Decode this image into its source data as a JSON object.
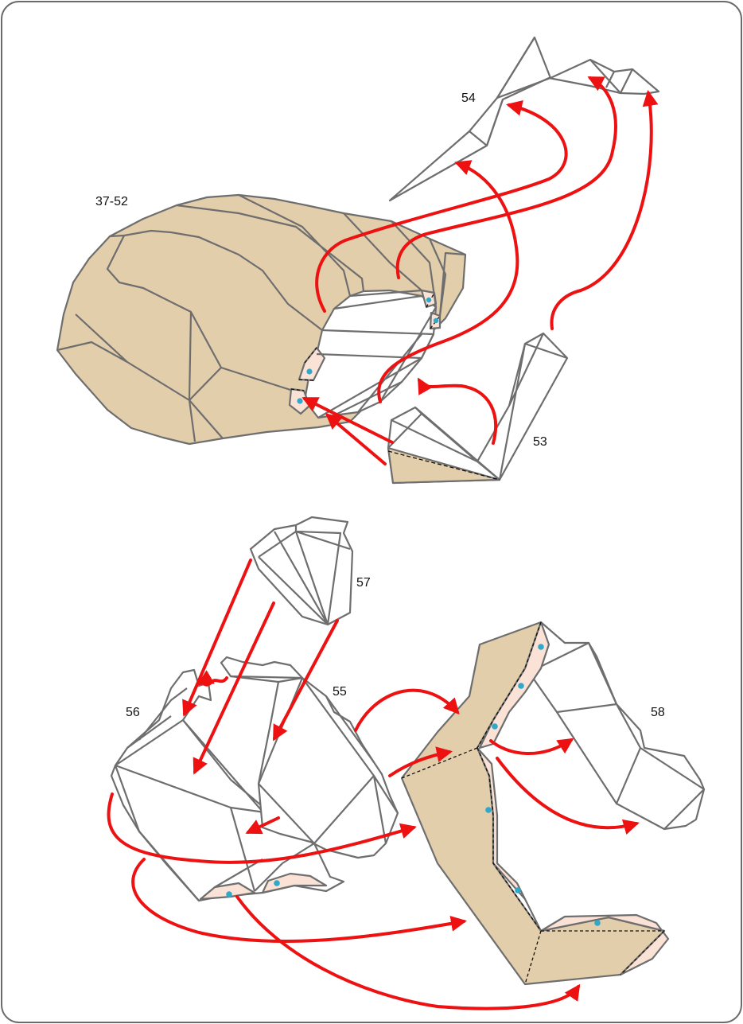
{
  "labels": {
    "p37_52": "37-52",
    "p53": "53",
    "p54": "54",
    "p55": "55",
    "p56": "56",
    "p57": "57",
    "p58": "58"
  },
  "colors": {
    "frame": "#6b6b6b",
    "tan_fill": "#e3ceac",
    "tab_fill": "#fbe2d6",
    "outline": "#6e6e6e",
    "arrow": "#ee1111",
    "dot": "#2fa8c9",
    "fold": "#111111"
  }
}
